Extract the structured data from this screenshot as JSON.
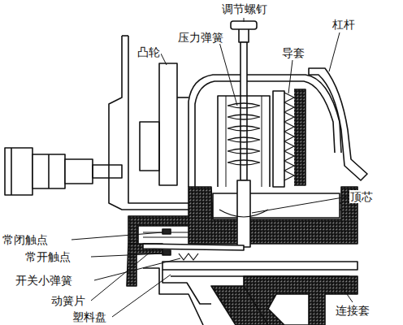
{
  "diagram": {
    "labels": [
      "调节螺钉",
      "凸轮",
      "压力弹簧",
      "导套",
      "杠杆",
      "顶芯",
      "常闭触点",
      "常开触点",
      "开关小弹簧",
      "动簧片",
      "塑料盘",
      "连接套"
    ]
  }
}
